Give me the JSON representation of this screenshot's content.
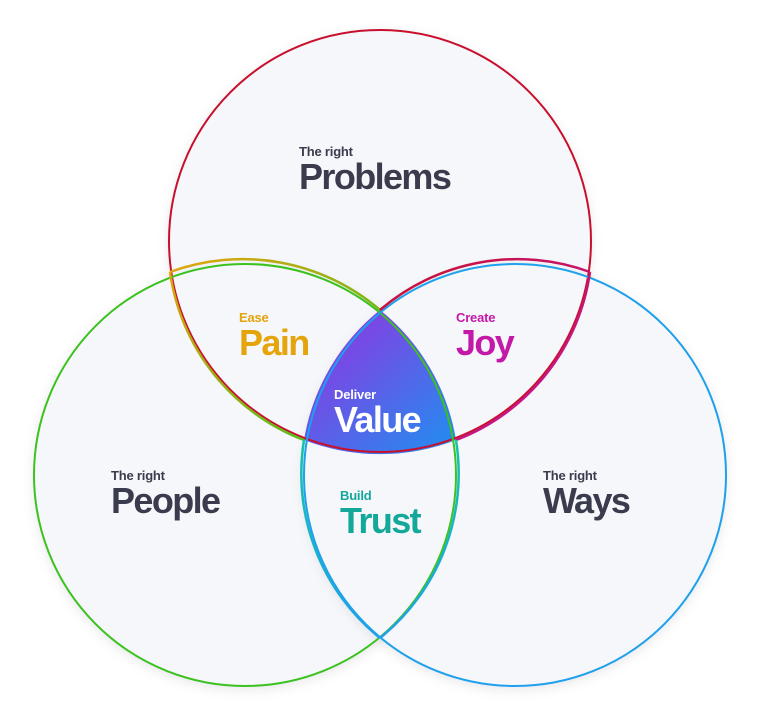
{
  "diagram": {
    "circles": [
      {
        "id": "problems",
        "small": "The right",
        "big": "Problems",
        "stroke": "#c8102e",
        "text_color": "#3a3c4e"
      },
      {
        "id": "people",
        "small": "The right",
        "big": "People",
        "stroke": "#3cc21f",
        "text_color": "#3a3c4e"
      },
      {
        "id": "ways",
        "small": "The right",
        "big": "Ways",
        "stroke": "#1ea0ec",
        "text_color": "#3a3c4e"
      }
    ],
    "overlaps": [
      {
        "id": "pain",
        "small": "Ease",
        "big": "Pain",
        "color": "#e3a40c"
      },
      {
        "id": "joy",
        "small": "Create",
        "big": "Joy",
        "color": "#c419a8"
      },
      {
        "id": "trust",
        "small": "Build",
        "big": "Trust",
        "color": "#13a89a"
      },
      {
        "id": "value",
        "small": "Deliver",
        "big": "Value",
        "color": "#ffffff"
      }
    ],
    "colors": {
      "circle_fill": "#f6f7fa",
      "center_gradient_start": "#9b2de0",
      "center_gradient_end": "#1e90f0"
    }
  }
}
